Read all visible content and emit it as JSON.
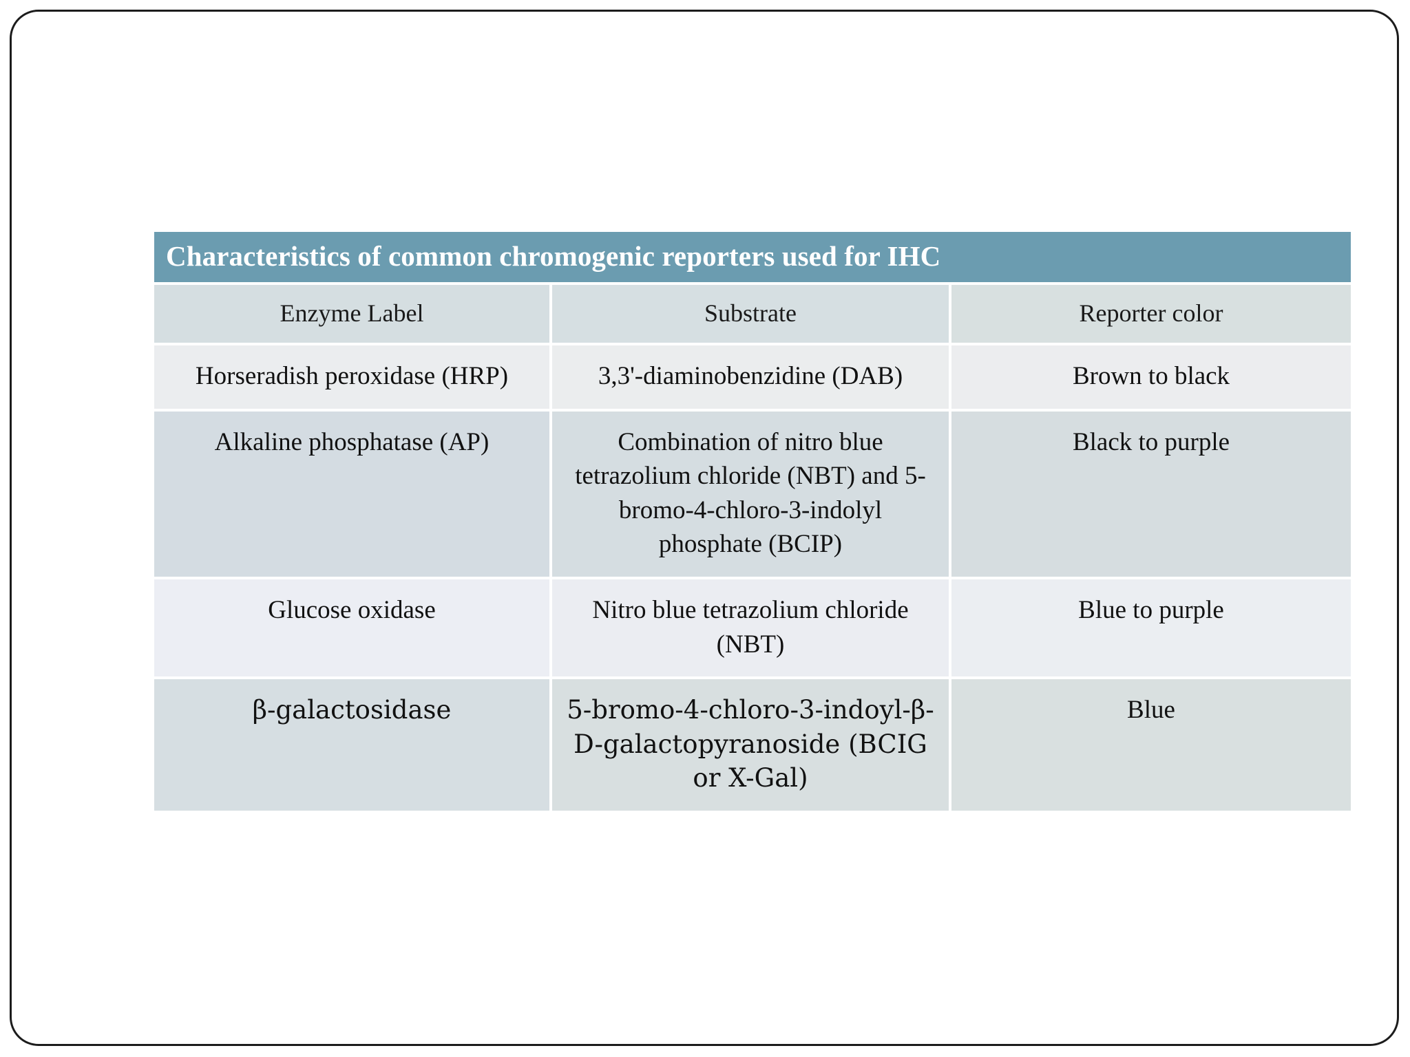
{
  "slide": {
    "background_color": "#ffffff",
    "border_color": "#1c1c1c"
  },
  "table": {
    "title": "Characteristics of common chromogenic reporters used for IHC",
    "title_band_color": "#6b9cb0",
    "title_text_color": "#ffffff",
    "columns": [
      "Enzyme Label",
      "Substrate",
      "Reporter color"
    ],
    "rows": [
      {
        "enzyme_label": "Horseradish peroxidase (HRP)",
        "substrate": "3,3'-diaminobenzidine (DAB)",
        "reporter_color": "Brown to black"
      },
      {
        "enzyme_label": "Alkaline phosphatase (AP)",
        "substrate": "Combination of nitro blue tetrazolium chloride (NBT) and 5-bromo-4-chloro-3-indolyl phosphate (BCIP)",
        "reporter_color": "Black to purple"
      },
      {
        "enzyme_label": "Glucose oxidase",
        "substrate": "Nitro blue tetrazolium chloride (NBT)",
        "reporter_color": "Blue to purple"
      },
      {
        "enzyme_label": "β-galactosidase",
        "substrate": "5-bromo-4-chloro-3-indoyl-β-D-galactopyranoside (BCIG or X-Gal)",
        "reporter_color": "Blue"
      }
    ]
  }
}
